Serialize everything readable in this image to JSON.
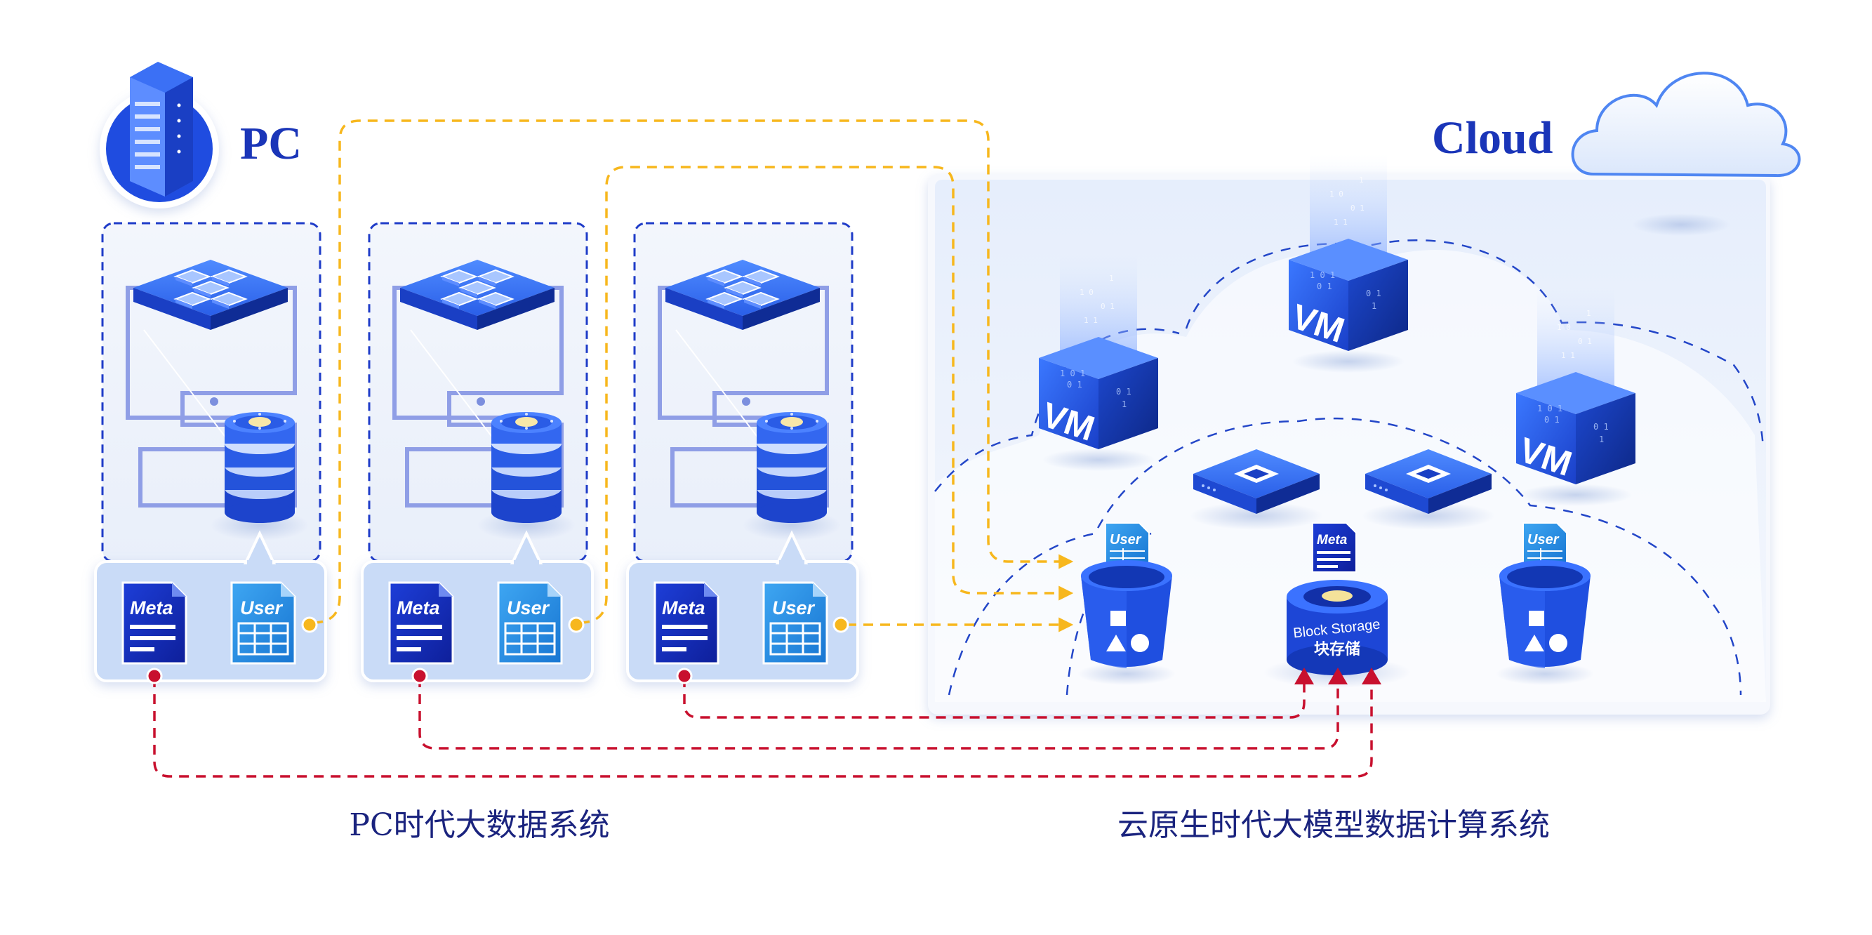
{
  "header": {
    "pc_label": "PC",
    "cloud_label": "Cloud"
  },
  "pc_nodes": [
    {
      "meta_label": "Meta",
      "user_label": "User"
    },
    {
      "meta_label": "Meta",
      "user_label": "User"
    },
    {
      "meta_label": "Meta",
      "user_label": "User"
    }
  ],
  "cloud": {
    "vm_label": "VM",
    "bucket_label": "User",
    "block_storage": {
      "meta_label": "Meta",
      "name_en": "Block Storage",
      "name_zh": "块存储"
    }
  },
  "captions": {
    "left": "PC时代大数据系统",
    "right": "云原生时代大模型数据计算系统"
  },
  "colors": {
    "primary_blue": "#1846d8",
    "title_blue": "#1a35b8",
    "user_flow": "#f7b71d",
    "meta_flow": "#c8102e",
    "panel_bg": "#e7eefb"
  },
  "icons": [
    "server-rack-icon",
    "cloud-icon",
    "cpu-chip-icon",
    "database-icon",
    "meta-document-icon",
    "user-table-icon",
    "vm-cube-icon",
    "switch-icon",
    "object-bucket-icon",
    "block-storage-icon"
  ]
}
